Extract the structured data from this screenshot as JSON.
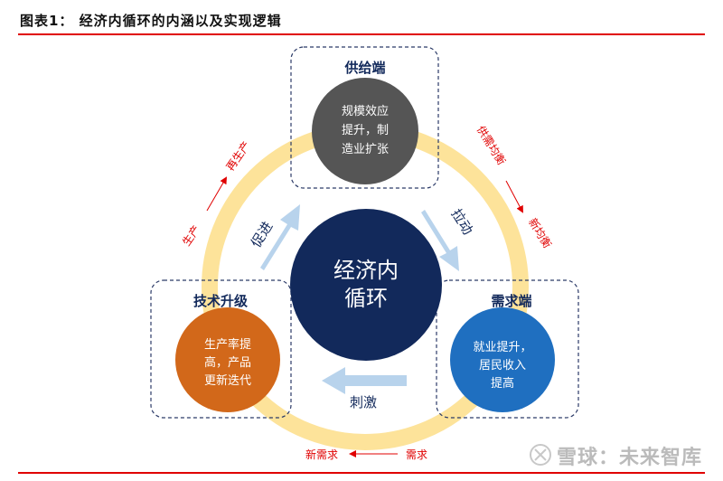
{
  "header": {
    "title": "图表1：  经济内循环的内涵以及实现逻辑"
  },
  "center": {
    "line1": "经济内",
    "line2": "循环"
  },
  "supply": {
    "label": "供给端",
    "lines": [
      "规模效应",
      "提升，制",
      "造业扩张"
    ]
  },
  "tech": {
    "label": "技术升级",
    "lines": [
      "生产率提",
      "高，产品",
      "更新迭代"
    ]
  },
  "demand": {
    "label": "需求端",
    "lines": [
      "就业提升，",
      "居民收入",
      "提高"
    ]
  },
  "arrows": {
    "promote": "促进",
    "pull": "拉动",
    "stimulate": "刺激"
  },
  "annotations": {
    "production_from": "生产",
    "production_to": "再生产",
    "balance_from": "供需均衡",
    "balance_to": "新均衡",
    "demand_from": "需求",
    "demand_to": "新需求"
  },
  "watermark": "雪球：未来智库",
  "colors": {
    "navy": "#12295b",
    "ring": "#fde39a",
    "gray": "#555555",
    "orange": "#d2681a",
    "blue": "#1f6fc0",
    "red": "#e00000",
    "arrow": "#b8d3ec"
  }
}
